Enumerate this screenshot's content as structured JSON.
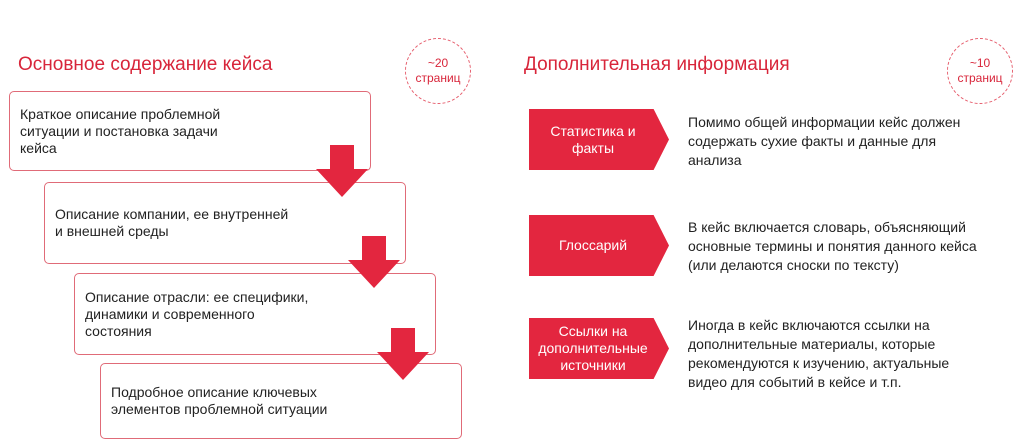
{
  "left": {
    "title": "Основное содержание кейса",
    "badge": {
      "line1": "~20",
      "line2": "страниц"
    },
    "steps": [
      {
        "lines": [
          "Краткое описание проблемной",
          "ситуации и постановка задачи",
          "кейса"
        ]
      },
      {
        "lines": [
          "Описание компании, ее внутренней",
          "и внешней среды"
        ]
      },
      {
        "lines": [
          "Описание отрасли: ее специфики,",
          "динамики и современного",
          "состояния"
        ]
      },
      {
        "lines": [
          "Подробное описание ключевых",
          "элементов проблемной ситуации"
        ]
      }
    ]
  },
  "right": {
    "title": "Дополнительная информация",
    "badge": {
      "line1": "~10",
      "line2": "страниц"
    },
    "items": [
      {
        "tag_lines": [
          "Статистика и",
          "факты"
        ],
        "text_lines": [
          "Помимо общей информации кейс должен",
          "содержать сухие факты и данные для",
          "анализа"
        ]
      },
      {
        "tag_lines": [
          "Глоссарий"
        ],
        "text_lines": [
          "В кейс включается словарь, объясняющий",
          "основные термины и понятия данного кейса",
          "(или делаются сноски по тексту)"
        ]
      },
      {
        "tag_lines": [
          "Ссылки на",
          "дополнительные",
          "источники"
        ],
        "text_lines": [
          "Иногда в кейс включаются ссылки на",
          "дополнительные материалы, которые",
          "рекомендуются к изучению, актуальные",
          "видео для событий в кейсе и т.п."
        ]
      }
    ]
  },
  "colors": {
    "accent": "#e3263f",
    "border": "#e06b78",
    "text": "#222222"
  },
  "icons": {
    "arrow": "down-arrow"
  }
}
